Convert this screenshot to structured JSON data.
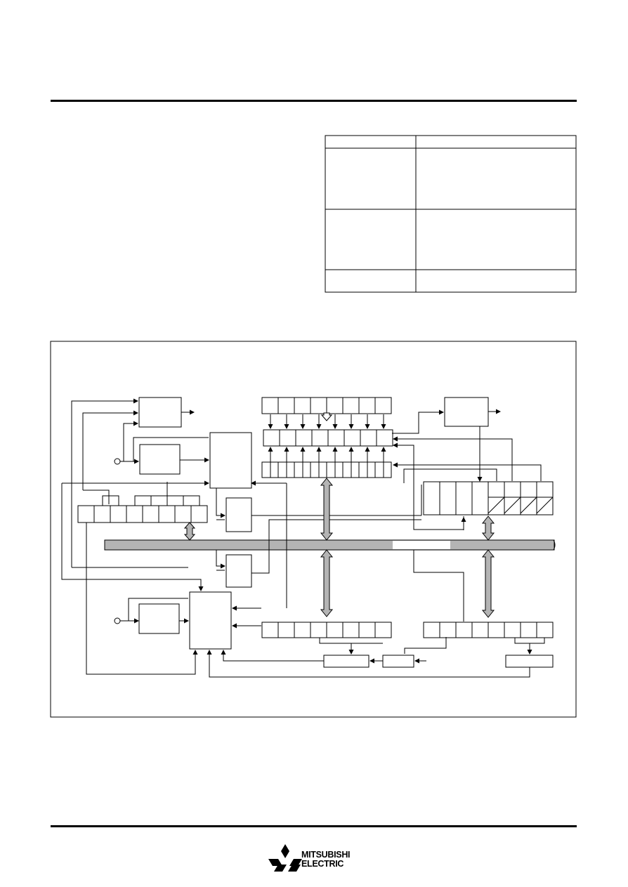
{
  "logo": {
    "line1": "MITSUBISHI",
    "line2": "ELECTRIC",
    "icon": "three-diamonds-logo"
  },
  "colors": {
    "ink": "#000000",
    "bus_fill": "#b4b4b4",
    "arrow_fill": "#b4b4b4"
  }
}
